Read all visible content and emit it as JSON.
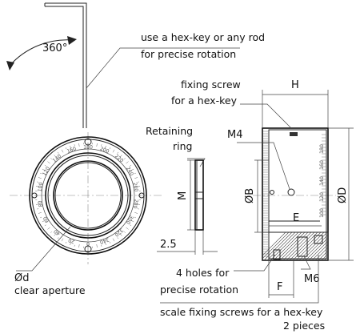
{
  "labels": {
    "rotation_angle": "360°",
    "hex_key_1": "use a hex-key or any rod",
    "hex_key_2": "for precise rotation",
    "fixing_screw_1": "fixing screw",
    "fixing_screw_2": "for a hex-key",
    "retaining_1": "Retaining",
    "retaining_2": "ring",
    "m4": "M4",
    "m6": "M6",
    "dim_h": "H",
    "dim_m": "M",
    "dim_b": "ØB",
    "dim_d": "ØD",
    "dim_e": "E",
    "dim_f": "F",
    "dim_25": "2.5",
    "od_1": "Ød",
    "od_2": "clear aperture",
    "holes_1": "4 holes for",
    "holes_2": "precise rotation",
    "scale_fix_1": "scale fixing screws for a hex-key",
    "scale_fix_2": "2 pieces"
  },
  "front_scale_labels": [
    "0",
    "20",
    "40",
    "60",
    "80",
    "100",
    "120",
    "140",
    "160",
    "180",
    "200",
    "220",
    "240",
    "260",
    "280",
    "300",
    "320",
    "340"
  ],
  "side_scale_labels": [
    "180",
    "160",
    "140",
    "120",
    "100"
  ]
}
